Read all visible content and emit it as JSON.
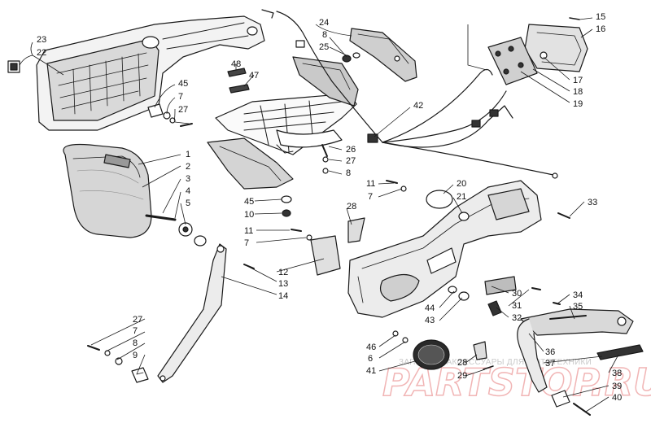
{
  "callouts": [
    {
      "id": "c1",
      "text": "1"
    },
    {
      "id": "c2",
      "text": "2"
    },
    {
      "id": "c3",
      "text": "3"
    },
    {
      "id": "c4",
      "text": "4"
    },
    {
      "id": "c5",
      "text": "5"
    },
    {
      "id": "c6",
      "text": "6"
    },
    {
      "id": "c7a",
      "text": "7"
    },
    {
      "id": "c7b",
      "text": "7"
    },
    {
      "id": "c7c",
      "text": "7"
    },
    {
      "id": "c7d",
      "text": "7"
    },
    {
      "id": "c8a",
      "text": "8"
    },
    {
      "id": "c8b",
      "text": "8"
    },
    {
      "id": "c8c",
      "text": "8"
    },
    {
      "id": "c9",
      "text": "9"
    },
    {
      "id": "c10",
      "text": "10"
    },
    {
      "id": "c11a",
      "text": "11"
    },
    {
      "id": "c11b",
      "text": "11"
    },
    {
      "id": "c12",
      "text": "12"
    },
    {
      "id": "c13",
      "text": "13"
    },
    {
      "id": "c14",
      "text": "14"
    },
    {
      "id": "c15",
      "text": "15"
    },
    {
      "id": "c16",
      "text": "16"
    },
    {
      "id": "c17",
      "text": "17"
    },
    {
      "id": "c18",
      "text": "18"
    },
    {
      "id": "c19",
      "text": "19"
    },
    {
      "id": "c20",
      "text": "20"
    },
    {
      "id": "c21",
      "text": "21"
    },
    {
      "id": "c22",
      "text": "22"
    },
    {
      "id": "c23",
      "text": "23"
    },
    {
      "id": "c24",
      "text": "24"
    },
    {
      "id": "c25",
      "text": "25"
    },
    {
      "id": "c26",
      "text": "26"
    },
    {
      "id": "c27a",
      "text": "27"
    },
    {
      "id": "c27b",
      "text": "27"
    },
    {
      "id": "c27c",
      "text": "27"
    },
    {
      "id": "c28a",
      "text": "28"
    },
    {
      "id": "c28b",
      "text": "28"
    },
    {
      "id": "c29",
      "text": "29"
    },
    {
      "id": "c30",
      "text": "30"
    },
    {
      "id": "c31",
      "text": "31"
    },
    {
      "id": "c32",
      "text": "32"
    },
    {
      "id": "c33",
      "text": "33"
    },
    {
      "id": "c34",
      "text": "34"
    },
    {
      "id": "c35",
      "text": "35"
    },
    {
      "id": "c36",
      "text": "36"
    },
    {
      "id": "c37",
      "text": "37"
    },
    {
      "id": "c38",
      "text": "38"
    },
    {
      "id": "c39",
      "text": "39"
    },
    {
      "id": "c40",
      "text": "40"
    },
    {
      "id": "c41",
      "text": "41"
    },
    {
      "id": "c42",
      "text": "42"
    },
    {
      "id": "c43",
      "text": "43"
    },
    {
      "id": "c44",
      "text": "44"
    },
    {
      "id": "c45a",
      "text": "45"
    },
    {
      "id": "c45b",
      "text": "45"
    },
    {
      "id": "c46",
      "text": "46"
    },
    {
      "id": "c47",
      "text": "47"
    },
    {
      "id": "c48",
      "text": "48"
    }
  ],
  "watermark": {
    "caption": "ЗАПЧАСТИ АКСЕССУАРЫ ДЛЯ МОТОТЕХНИКИ",
    "brand": "PARTSTOP.RU"
  },
  "colors": {
    "line": "#1a1a1a",
    "watermark_brand": "#f1b5b5",
    "watermark_text": "#c9c9c9"
  }
}
